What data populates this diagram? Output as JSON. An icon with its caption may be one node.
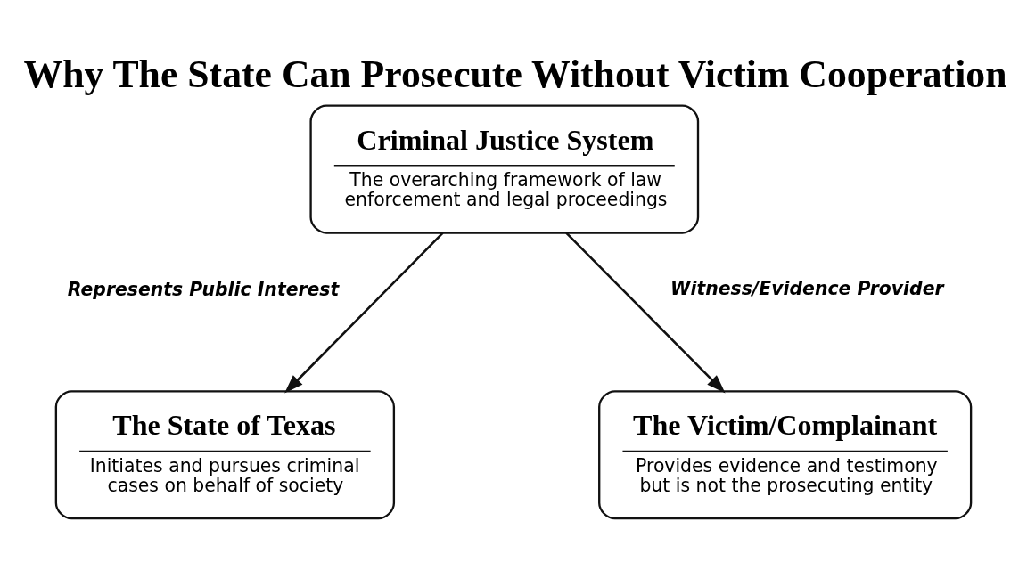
{
  "diagram": {
    "title": "Why The State Can Prosecute Without Victim Cooperation",
    "nodes": [
      {
        "text": [
          "Criminal Justice System",
          "The overarching framework of law enforcement and legal proceedings"
        ]
      },
      {
        "text": [
          "The State of Texas",
          "Initiates and pursues criminal cases on behalf of society"
        ]
      },
      {
        "text": [
          "The Victim/Complainant",
          "Provides evidence and testimony but is not the prosecuting entity"
        ]
      }
    ],
    "edges": [
      {
        "from": 0,
        "to": 1,
        "arrow": "to",
        "label": "Represents Public Interest"
      },
      {
        "from": 0,
        "to": 2,
        "arrow": "to",
        "label": "Witness/Evidence Provider"
      }
    ]
  }
}
